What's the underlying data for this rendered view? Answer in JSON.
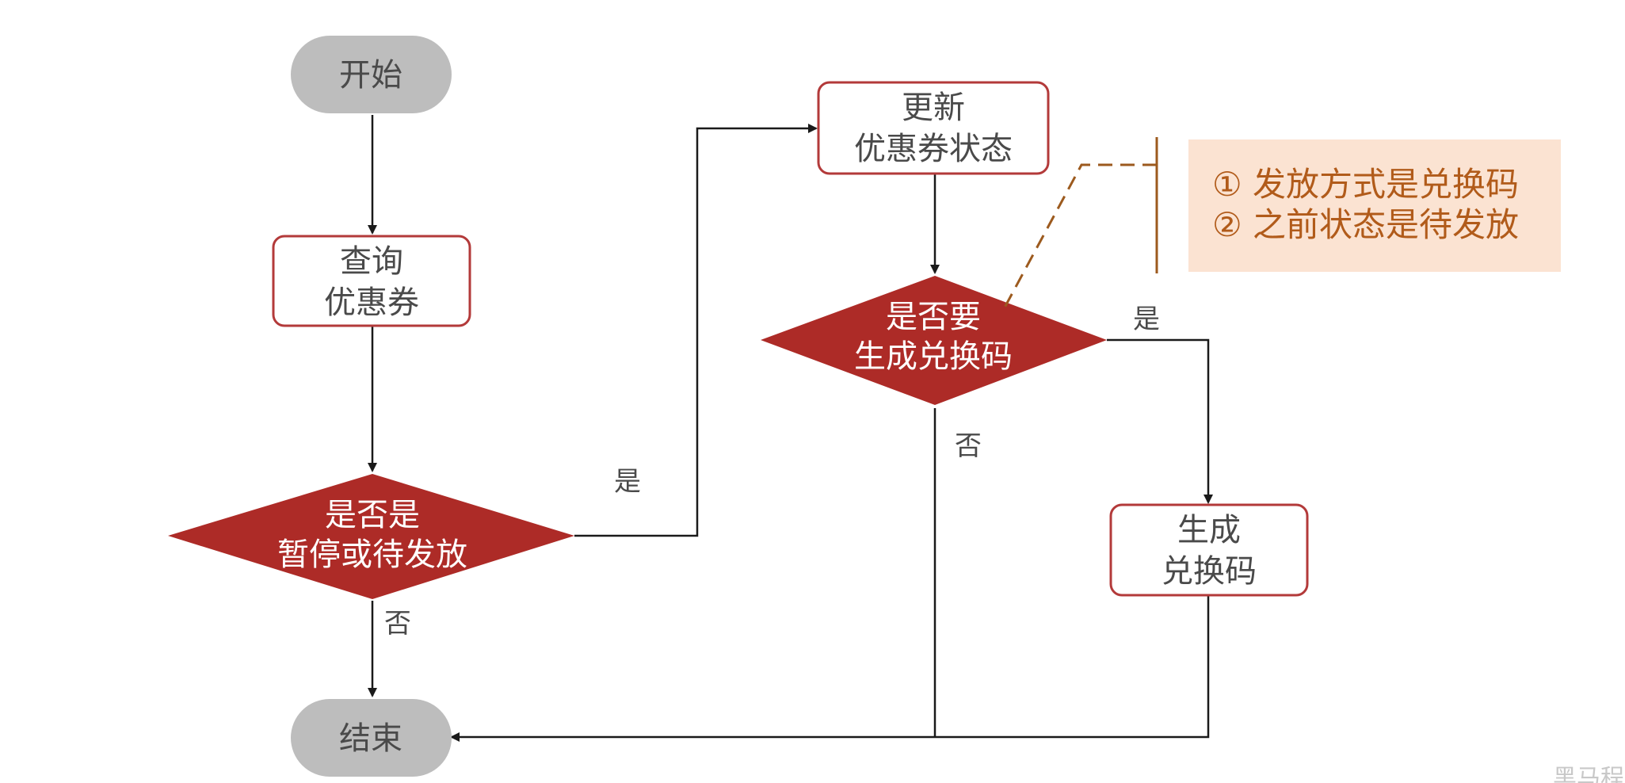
{
  "colors": {
    "terminal_fill": "#bdbdbd",
    "process_stroke": "#b33a3a",
    "decision_fill": "#ad2b27",
    "note_fill": "#fbe3d2",
    "note_text": "#b15b1a",
    "note_connector": "#9c5a1e",
    "arrow": "#1a1a1a"
  },
  "nodes": {
    "start": {
      "label": "开始"
    },
    "query": {
      "line1": "查询",
      "line2": "优惠券"
    },
    "decision_paused": {
      "line1": "是否是",
      "line2": "暂停或待发放"
    },
    "update": {
      "line1": "更新",
      "line2": "优惠券状态"
    },
    "decision_code": {
      "line1": "是否要",
      "line2": "生成兑换码"
    },
    "generate": {
      "line1": "生成",
      "line2": "兑换码"
    },
    "end": {
      "label": "结束"
    }
  },
  "edges": {
    "paused_yes": "是",
    "paused_no": "否",
    "code_yes": "是",
    "code_no": "否"
  },
  "note": {
    "line1": "① 发放方式是兑换码",
    "line2": "② 之前状态是待发放"
  },
  "watermark": "黑马程"
}
